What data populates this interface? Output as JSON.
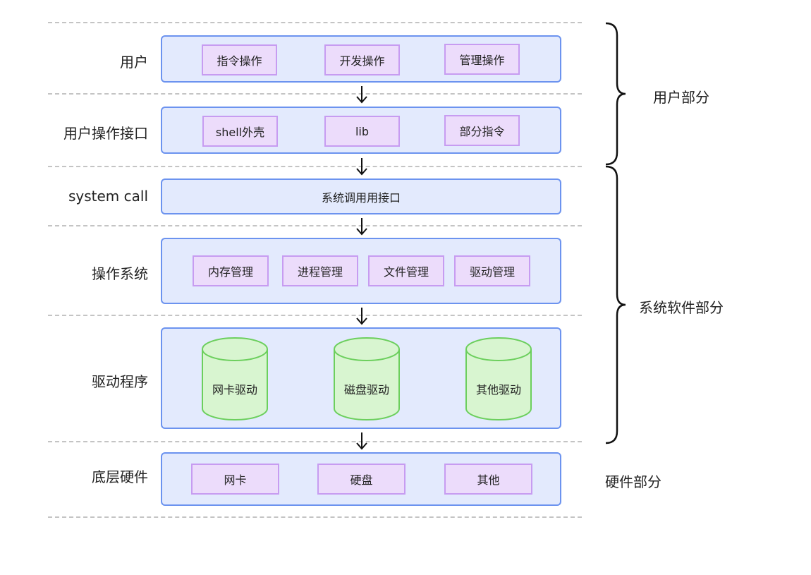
{
  "layers": [
    {
      "label": "用户",
      "items": [
        "指令操作",
        "开发操作",
        "管理操作"
      ]
    },
    {
      "label": "用户操作接口",
      "items": [
        "shell外壳",
        "lib",
        "部分指令"
      ]
    },
    {
      "label": "system call",
      "text": "系统调用用接口"
    },
    {
      "label": "操作系统",
      "items": [
        "内存管理",
        "进程管理",
        "文件管理",
        "驱动管理"
      ]
    },
    {
      "label": "驱动程序",
      "drivers": [
        "网卡驱动",
        "磁盘驱动",
        "其他驱动"
      ]
    },
    {
      "label": "底层硬件",
      "items": [
        "网卡",
        "硬盘",
        "其他"
      ]
    }
  ],
  "groups": [
    "用户部分",
    "系统软件部分",
    "硬件部分"
  ],
  "colors": {
    "layer_fill": "#e3eafd",
    "layer_border": "#6c93ef",
    "item_fill": "#ecdcfb",
    "item_border": "#c79cf1",
    "driver_fill": "#d8f5d0",
    "driver_border": "#6ccf5d",
    "dash": "#c4c4c4"
  }
}
